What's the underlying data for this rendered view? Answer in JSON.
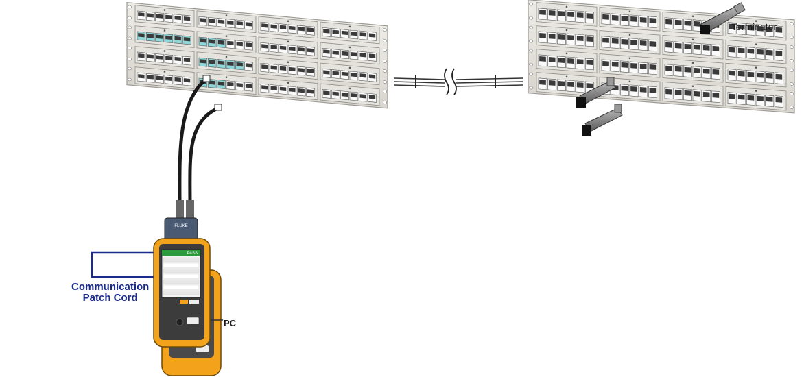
{
  "labels": {
    "terminator": "Terminator",
    "pc": "PC",
    "communication_patch_cord_line1": "Communication",
    "communication_patch_cord_line2": "Patch Cord"
  },
  "device": {
    "brand_text": "FLUKE",
    "screen_status": "PASS"
  },
  "colors": {
    "panel": "#e4e2dc",
    "panel_edge": "#9c9a94",
    "port_highlight": "#8ed6d8",
    "device_body": "#f2a31b",
    "patch_cord": "#1a2b8c",
    "cable": "#1a1a1a"
  },
  "icons": [
    "patch-panel-icon",
    "terminator-icon",
    "tester-icon",
    "cable-break-icon"
  ]
}
